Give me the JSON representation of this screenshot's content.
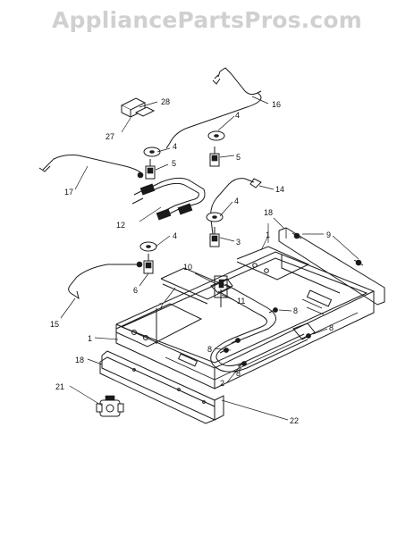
{
  "watermark": "AppliancePartsPros.com",
  "callouts": [
    "1",
    "1",
    "2",
    "3",
    "4",
    "4",
    "4",
    "4",
    "5",
    "5",
    "6",
    "7",
    "8",
    "8",
    "8",
    "8",
    "8",
    "9",
    "10",
    "11",
    "12",
    "14",
    "15",
    "16",
    "17",
    "18",
    "18",
    "21",
    "22",
    "27",
    "28"
  ],
  "colors": {
    "line": "#1a1a1a",
    "watermark": "#d0d0d0",
    "background": "#ffffff"
  }
}
